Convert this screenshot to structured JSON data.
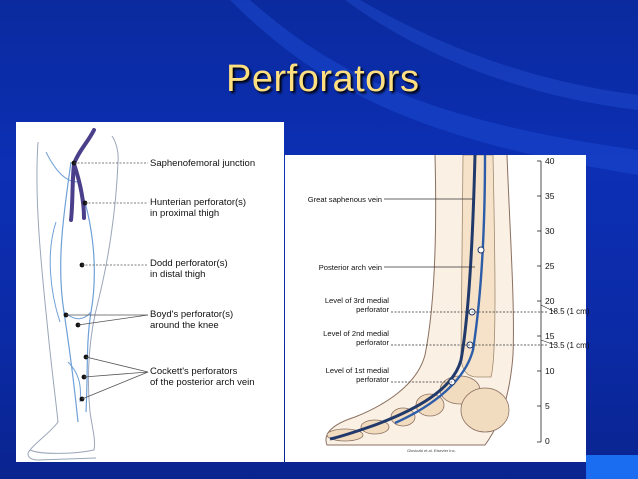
{
  "slide": {
    "title": "Perforators"
  },
  "left_diagram": {
    "labels": [
      {
        "line1": "Saphenofemoral junction",
        "line2": ""
      },
      {
        "line1": "Hunterian perforator(s)",
        "line2": "in proximal thigh"
      },
      {
        "line1": "Dodd perforator(s)",
        "line2": "in distal thigh"
      },
      {
        "line1": "Boyd's perforator(s)",
        "line2": "around the knee"
      },
      {
        "line1": "Cockett's perforators",
        "line2": "of the posterior arch vein"
      }
    ]
  },
  "right_diagram": {
    "labels": [
      {
        "line1": "Great saphenous vein",
        "line2": ""
      },
      {
        "line1": "Posterior arch vein",
        "line2": ""
      },
      {
        "line1": "Level of 3rd medial",
        "line2": "perforator"
      },
      {
        "line1": "Level of 2nd medial",
        "line2": "perforator"
      },
      {
        "line1": "Level of 1st medial",
        "line2": "perforator"
      }
    ],
    "scale_ticks": [
      "40",
      "35",
      "30",
      "25",
      "20",
      "15",
      "10",
      "5",
      "0"
    ],
    "measurements": [
      "18.5 (1 cm)",
      "13.5 (1 cm)"
    ],
    "credit": "Gloviczki et al. Elsevier Inc."
  },
  "colors": {
    "title": "#ffdf80",
    "background": "#0c2fb4",
    "vein": "#4a3f8a",
    "vessel_blue": "#6fa0d8"
  }
}
